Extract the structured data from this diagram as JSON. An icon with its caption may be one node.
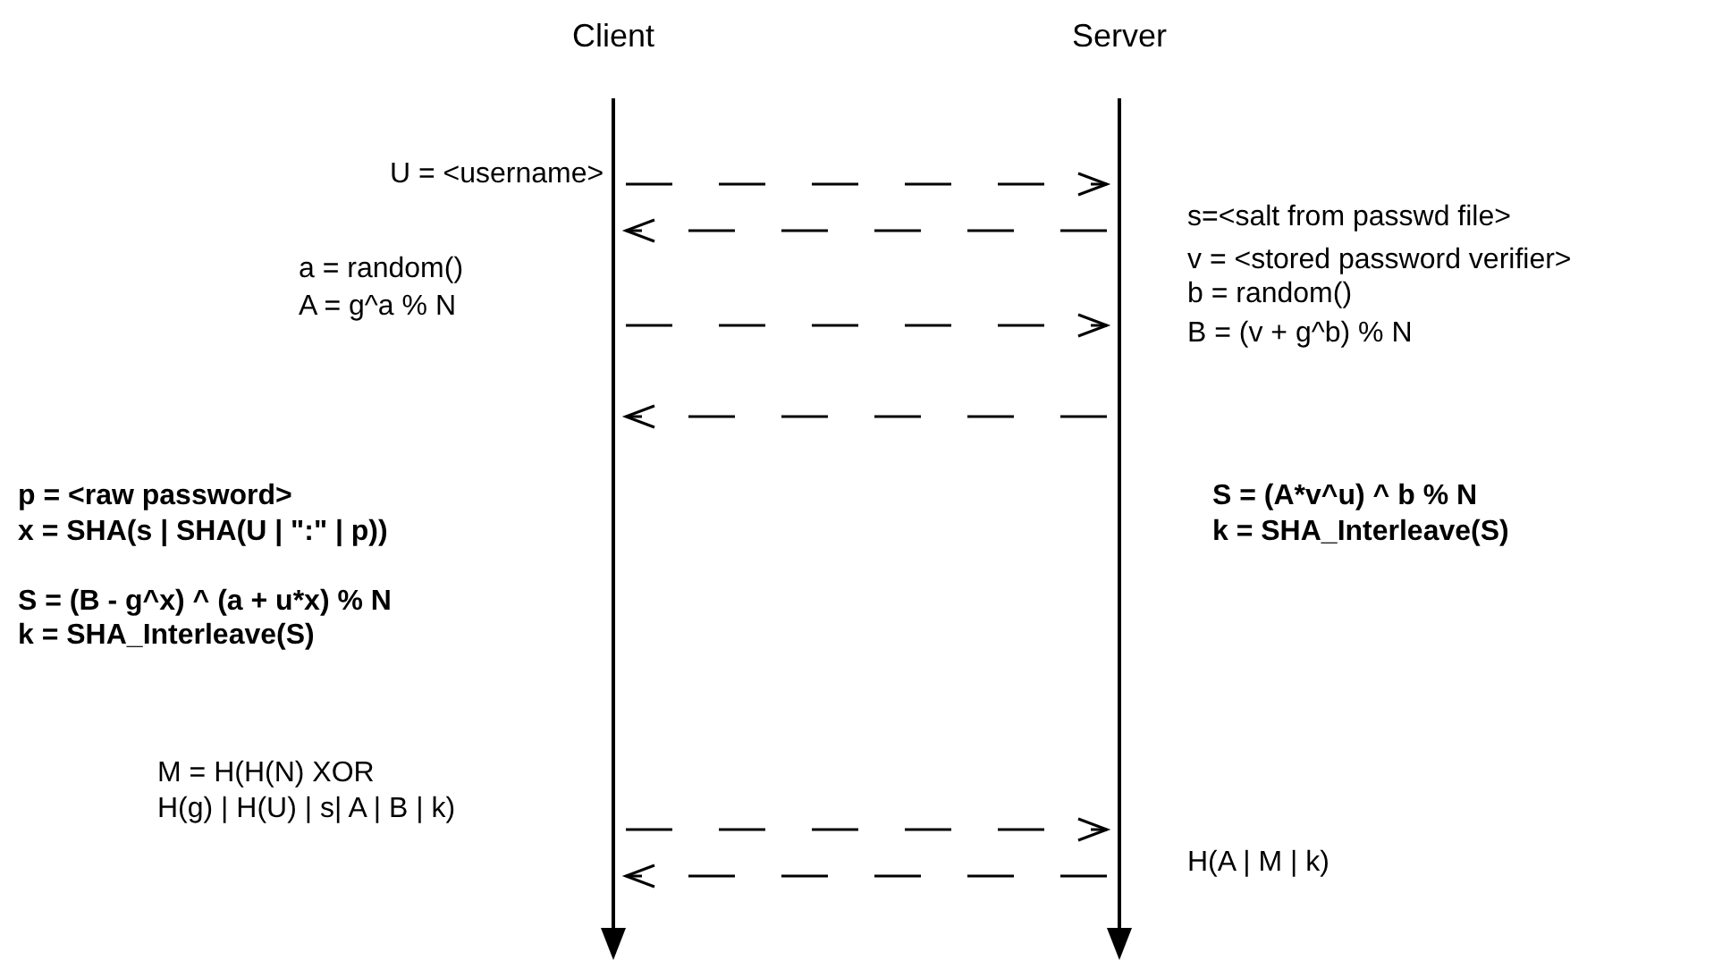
{
  "diagram": {
    "nodes": [
      {
        "text": [],
        "shape": "bar",
        "beside": [
          "Client"
        ]
      },
      {
        "text": [],
        "shape": "bar",
        "beside": [
          "Server"
        ]
      }
    ],
    "edges": [
      {
        "from": 0,
        "to": 1,
        "arrow": "to",
        "style": "dashed"
      },
      {
        "from": 1,
        "to": 0,
        "arrow": "to",
        "style": "dashed"
      },
      {
        "from": 0,
        "to": 1,
        "arrow": "to",
        "style": "dashed"
      },
      {
        "from": 1,
        "to": 0,
        "arrow": "to",
        "style": "dashed"
      },
      {
        "from": 0,
        "to": 1,
        "arrow": "to",
        "style": "dashed"
      },
      {
        "from": 1,
        "to": 0,
        "arrow": "to",
        "style": "dashed"
      }
    ],
    "labels": [
      "U = <username>",
      "s=<salt from passwd file>",
      "v = <stored password verifier>",
      "a = random()",
      "A = g^a % N",
      "b = random()",
      "B = (v + g^b) % N",
      "p = <raw password>",
      "S = (A*v^u) ^ b % N",
      "x = SHA(s | SHA(U | \":\" | p))",
      "k = SHA_Interleave(S)",
      "S = (B - g^x) ^ (a + u*x) % N",
      "k = SHA_Interleave(S)",
      "M = H(H(N) XOR",
      "H(g) | H(U) | s| A | B | k)",
      "H(A | M | k)"
    ]
  }
}
